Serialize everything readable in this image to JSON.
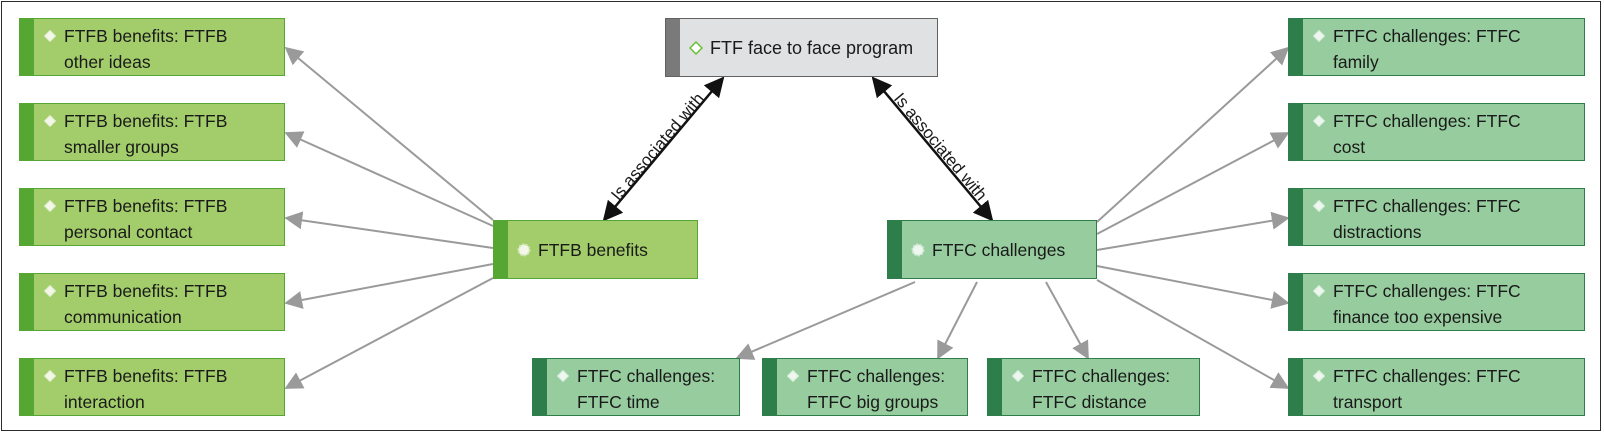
{
  "center": {
    "label": "FTF face to face program"
  },
  "hubs": {
    "benefits": {
      "label": "FTFB benefits"
    },
    "challenges": {
      "label": "FTFC challenges"
    }
  },
  "edge_labels": {
    "left": "Is associated with",
    "right": "Is associated with"
  },
  "benefits": [
    {
      "line1": "FTFB benefits: FTFB",
      "line2": "other ideas"
    },
    {
      "line1": "FTFB benefits: FTFB",
      "line2": "smaller groups"
    },
    {
      "line1": "FTFB benefits: FTFB",
      "line2": "personal contact"
    },
    {
      "line1": "FTFB benefits: FTFB",
      "line2": "communication"
    },
    {
      "line1": "FTFB benefits: FTFB",
      "line2": "interaction"
    }
  ],
  "challenges_right": [
    {
      "line1": "FTFC challenges: FTFC",
      "line2": "family"
    },
    {
      "line1": "FTFC challenges: FTFC",
      "line2": "cost"
    },
    {
      "line1": "FTFC challenges: FTFC",
      "line2": "distractions"
    },
    {
      "line1": "FTFC challenges: FTFC",
      "line2": "finance too expensive"
    },
    {
      "line1": "FTFC challenges: FTFC",
      "line2": "transport"
    }
  ],
  "challenges_bottom": [
    {
      "line1": "FTFC challenges:",
      "line2": "FTFC time"
    },
    {
      "line1": "FTFC challenges:",
      "line2": "FTFC big groups"
    },
    {
      "line1": "FTFC challenges:",
      "line2": "FTFC distance"
    }
  ],
  "colors": {
    "benefit_fill": "#a3cd6a",
    "benefit_accent": "#55a633",
    "challenge_fill": "#96cc9e",
    "challenge_accent": "#2e7e4b",
    "center_fill": "#e0e1e2",
    "link_gray": "#9a9a9a",
    "link_dark": "#111111"
  }
}
